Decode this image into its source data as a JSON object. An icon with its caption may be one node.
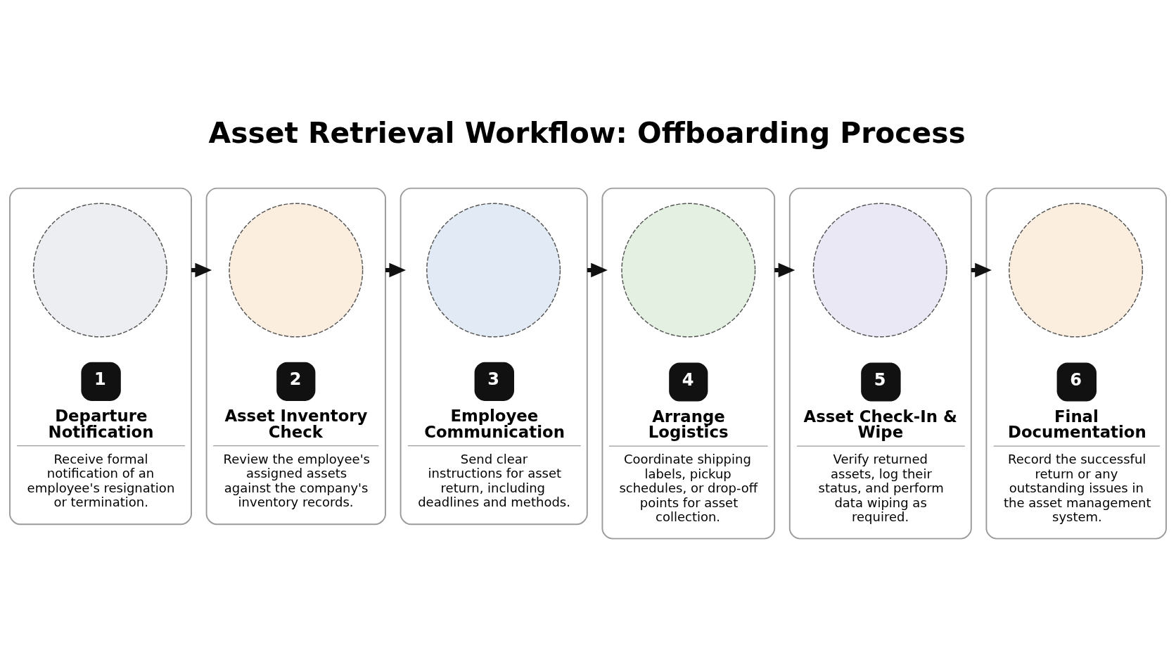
{
  "diagram": {
    "title": "Asset Retrieval Workflow: Offboarding Process",
    "nodes": [
      {
        "text": [
          "1",
          "Departure Notification",
          "Receive formal notification of an employee's resignation or termination."
        ]
      },
      {
        "text": [],
        "shape": "circle",
        "in": 0
      },
      {
        "text": [
          "2",
          "Asset Inventory Check",
          "Review the employee's assigned assets against the company's inventory records."
        ]
      },
      {
        "text": [],
        "shape": "circle",
        "in": 2
      },
      {
        "text": [
          "3",
          "Employee Communication",
          "Send clear instructions for asset return, including deadlines and methods."
        ]
      },
      {
        "text": [],
        "shape": "circle",
        "in": 4
      },
      {
        "text": [
          "4",
          "Arrange Logistics",
          "Coordinate shipping labels, pickup schedules, or drop-off points for asset collection."
        ]
      },
      {
        "text": [],
        "shape": "circle",
        "in": 6
      },
      {
        "text": [
          "5",
          "Asset Check-In & Wipe",
          "Verify returned assets, log their status, and perform data wiping as required."
        ]
      },
      {
        "text": [],
        "shape": "circle",
        "in": 8
      },
      {
        "text": [
          "6",
          "Final Documentation",
          "Record the successful return or any outstanding issues in the asset management system."
        ]
      },
      {
        "text": [],
        "shape": "circle",
        "in": 10
      }
    ],
    "edges": [
      {
        "from": 0,
        "to": 2,
        "arrow": "to"
      },
      {
        "from": 2,
        "to": 4,
        "arrow": "to"
      },
      {
        "from": 4,
        "to": 6,
        "arrow": "to"
      },
      {
        "from": 6,
        "to": 8,
        "arrow": "to"
      },
      {
        "from": 8,
        "to": 10,
        "arrow": "to"
      }
    ]
  }
}
